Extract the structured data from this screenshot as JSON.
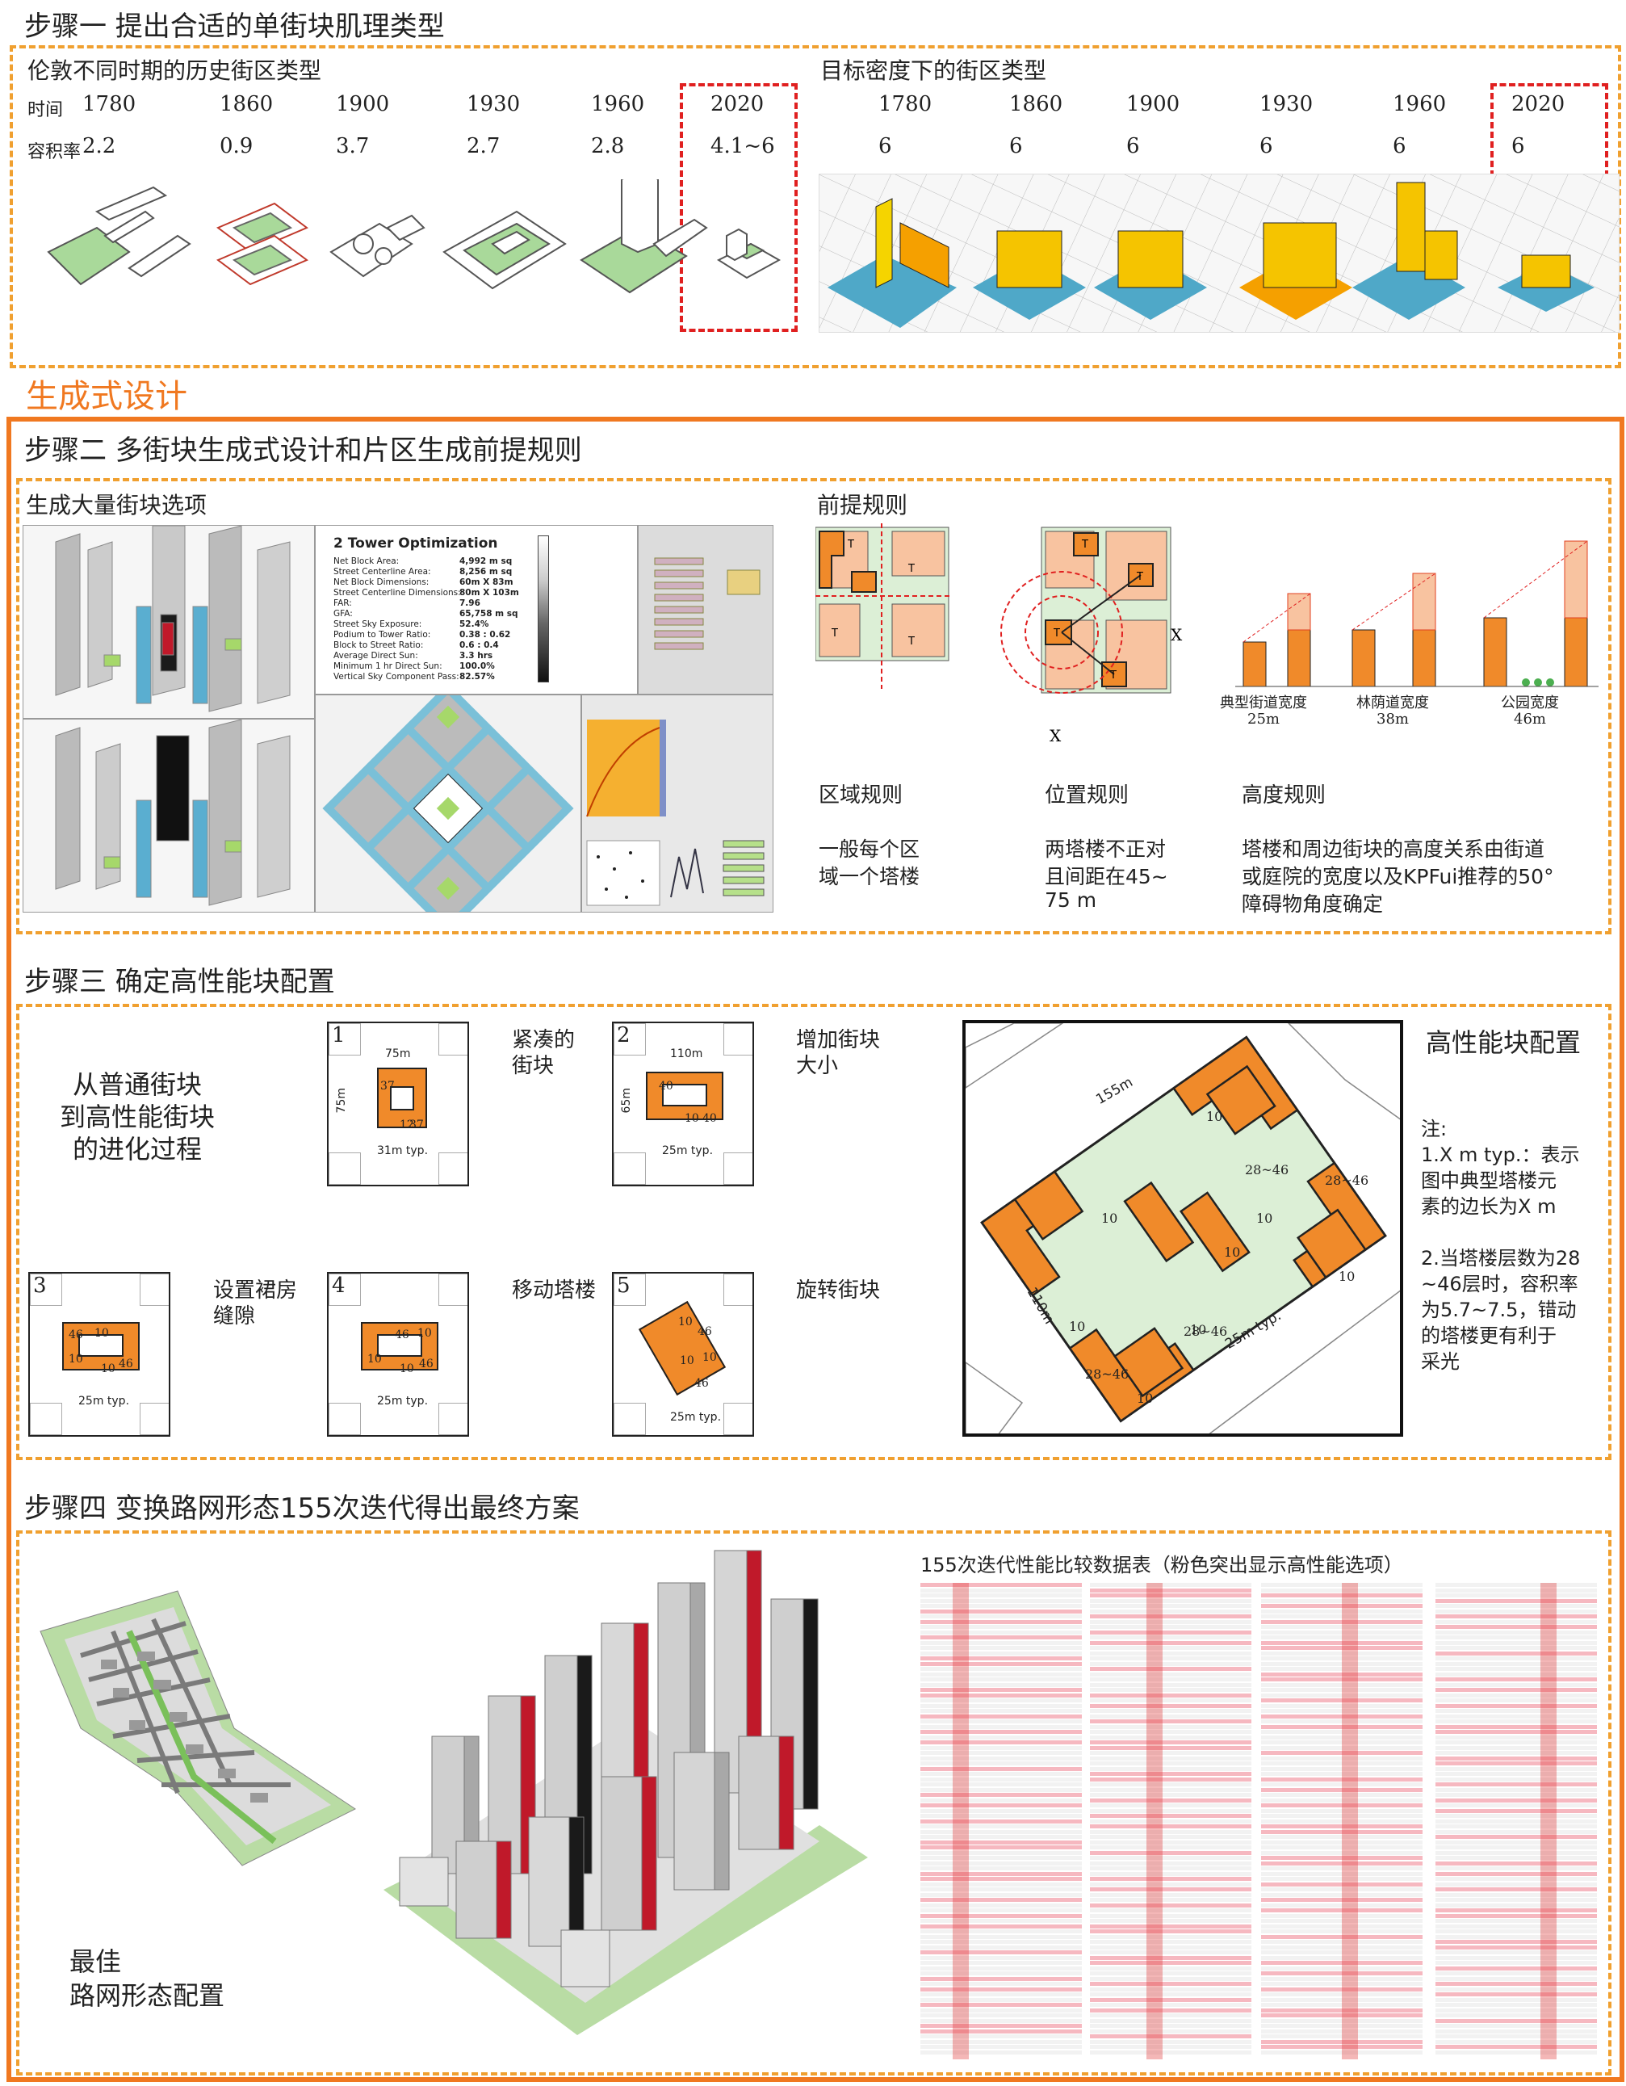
{
  "step1": {
    "title": "步骤一  提出合适的单街块肌理类型",
    "left_subtitle": "伦敦不同时期的历史街区类型",
    "right_subtitle": "目标密度下的街区类型",
    "row_time_label": "时间",
    "row_far_label": "容积率",
    "hist_years": [
      "1780",
      "1860",
      "1900",
      "1930",
      "1960",
      "2020"
    ],
    "hist_far": [
      "2.2",
      "0.9",
      "3.7",
      "2.7",
      "2.8",
      "4.1~6"
    ],
    "target_years": [
      "1780",
      "1860",
      "1900",
      "1930",
      "1960",
      "2020"
    ],
    "target_far": [
      "6",
      "6",
      "6",
      "6",
      "6",
      "6"
    ]
  },
  "gen_title": "生成式设计",
  "step2": {
    "title": "步骤二  多街块生成式设计和片区生成前提规则",
    "left_subtitle": "生成大量街块选项",
    "tower_opt": {
      "title": "2 Tower Optimization",
      "labels": [
        "Net Block Area:",
        "Street Centerline Area:",
        "Net Block Dimensions:",
        "Street Centerline Dimensions:",
        "FAR:",
        "GFA:",
        "Street Sky Exposure:",
        "Podium to Tower Ratio:",
        "Block to Street Ratio:",
        "Average Direct Sun:",
        "Minimum 1 hr Direct Sun:",
        "Vertical Sky Component Pass:"
      ],
      "values": [
        "4,992 m sq",
        "8,256 m sq",
        "60m X 83m",
        "80m X 103m",
        "7.96",
        "65,758 m sq",
        "52.4%",
        "0.38 : 0.62",
        "0.6 : 0.4",
        "3.3 hrs",
        "100.0%",
        "82.57%"
      ]
    },
    "premise_title": "前提规则",
    "rule_titles": [
      "区域规则",
      "位置规则",
      "高度规则"
    ],
    "rule_texts": [
      [
        "一般每个区",
        "域一个塔楼"
      ],
      [
        "两塔楼不正对",
        "且间距在45~",
        "75 m"
      ],
      [
        "塔楼和周边街块的高度关系由街道",
        "或庭院的宽度以及KPFui推荐的50°",
        "障碍物角度确定"
      ]
    ],
    "street_labels": [
      [
        "典型街道宽度",
        "25m"
      ],
      [
        "林荫道宽度",
        "38m"
      ],
      [
        "公园宽度",
        "46m"
      ]
    ],
    "tower_letter": "T",
    "x_label": "X"
  },
  "step3": {
    "title": "步骤三  确定高性能块配置",
    "evolution_text": [
      "从普通街块",
      "到高性能街块",
      "的进化过程"
    ],
    "stages": [
      {
        "num": "1",
        "caption": [
          "紧凑的",
          "街块"
        ],
        "dim_w": "75m",
        "dim_h": "75m",
        "typ": "31m typ.",
        "vals": [
          "37",
          "12",
          "37"
        ]
      },
      {
        "num": "2",
        "caption": [
          "增加街块",
          "大小"
        ],
        "dim_w": "110m",
        "dim_h": "65m",
        "typ": "25m typ.",
        "vals": [
          "40",
          "10",
          "40"
        ]
      },
      {
        "num": "3",
        "caption": [
          "设置裙房",
          "缝隙"
        ],
        "typ": "25m typ.",
        "vals": [
          "46",
          "10",
          "10",
          "10",
          "46"
        ]
      },
      {
        "num": "4",
        "caption": [
          "移动塔楼"
        ],
        "typ": "25m typ.",
        "vals": [
          "46",
          "10",
          "10",
          "10",
          "46"
        ]
      },
      {
        "num": "5",
        "caption": [
          "旋转街块"
        ],
        "typ": "25m typ.",
        "vals": [
          "10",
          "46",
          "10",
          "10",
          "46"
        ]
      }
    ],
    "hp_title": "高性能块配置",
    "hp_dims": [
      "155m",
      "110m",
      "25m typ."
    ],
    "hp_vals": [
      "10",
      "28~46",
      "10",
      "10",
      "28~46",
      "10",
      "10",
      "28~46",
      "10",
      "28~46",
      "10",
      "10"
    ],
    "note": [
      "注:",
      "1.X m typ.：表示",
      "图中典型塔楼元",
      "素的边长为X m",
      "",
      "2.当塔楼层数为28",
      "~46层时，容积率",
      "为5.7~7.5，错动",
      "的塔楼更有利于",
      "采光"
    ]
  },
  "step4": {
    "title": "步骤四  变换路网形态155次迭代得出最终方案",
    "table_title": "155次迭代性能比较数据表（粉色突出显示高性能选项）",
    "best_label": [
      "最佳",
      "路网形态配置"
    ]
  },
  "colors": {
    "orange": "#f08a2a",
    "dash_orange": "#f0a030",
    "red_dash": "#e02020",
    "section_orange": "#f07820",
    "light_green": "#dcefd6",
    "pink": "#f6b8c0",
    "red": "#e03030"
  }
}
